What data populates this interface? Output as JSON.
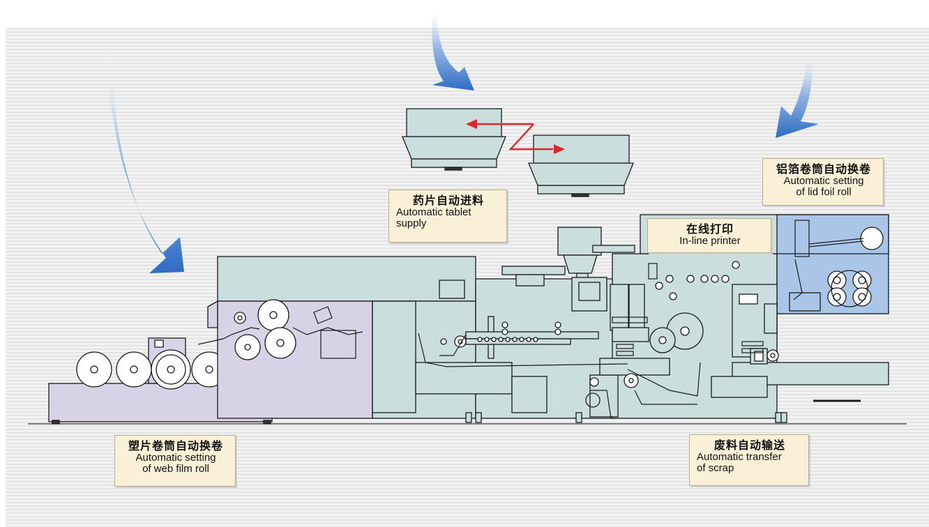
{
  "callouts": {
    "tablet_supply": {
      "zh": "药片自动进料",
      "en_line1": "Automatic tablet",
      "en_line2": "supply"
    },
    "lid_foil": {
      "zh": "铝箔卷筒自动换卷",
      "en_line1": "Automatic setting",
      "en_line2": "of lid foil roll"
    },
    "printer": {
      "zh": "在线打印",
      "en_line1": "In-line printer"
    },
    "web_film": {
      "zh": "塑片卷筒自动换卷",
      "en_line1": "Automatic setting",
      "en_line2": "of web film roll"
    },
    "scrap": {
      "zh": "废料自动输送",
      "en_line1": "Automatic transfer",
      "en_line2": "of scrap"
    }
  },
  "colors": {
    "machine_body": "#c9dedd",
    "feeder_section": "#d7d2e6",
    "foil_section": "#a9c6e8",
    "outline": "#1a1a1a",
    "arrow_blue": "#3a72c4",
    "hopper_move_arrow": "#e0262b",
    "label_bg": "#faf0d8"
  },
  "icons": [
    "down-arrow-web-film",
    "down-arrow-tablet-supply",
    "down-arrow-lid-foil",
    "hopper-shift-arrow"
  ]
}
